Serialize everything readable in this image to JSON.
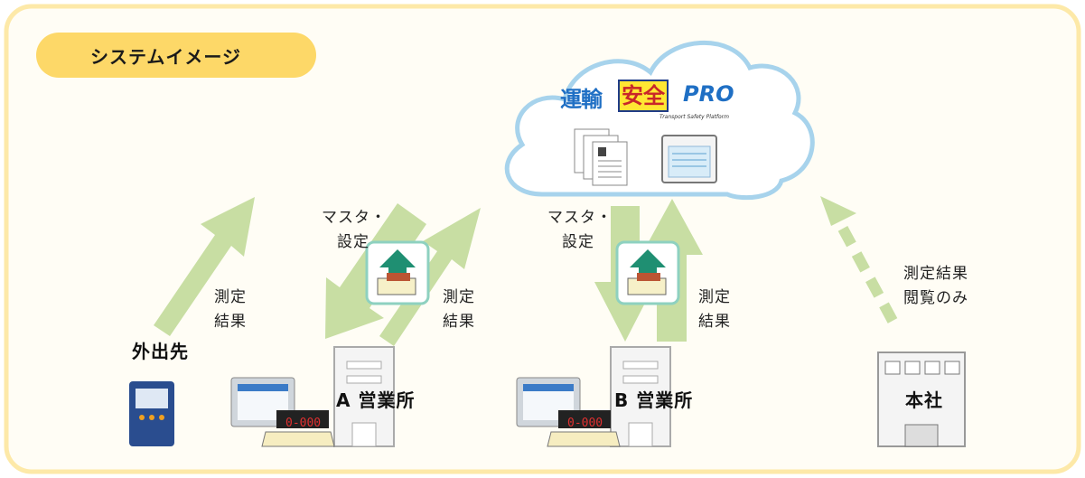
{
  "title": "システムイメージ",
  "logo": {
    "unyu": "運輸",
    "anzen": "安全",
    "pro": "PRO",
    "tagline": "Transport Safety Platform"
  },
  "labels": {
    "master_a_line1": "マスタ・",
    "master_a_line2": "設定",
    "master_b_line1": "マスタ・",
    "master_b_line2": "設定",
    "result_out_line1": "測定",
    "result_out_line2": "結果",
    "result_a_line1": "測定",
    "result_a_line2": "結果",
    "result_b_line1": "測定",
    "result_b_line2": "結果",
    "view_only_line1": "測定結果",
    "view_only_line2": "閲覧のみ"
  },
  "locations": {
    "outside": "外出先",
    "office_a": "A 営業所",
    "office_b": "B 営業所",
    "hq": "本社"
  },
  "device_display": "0-000",
  "colors": {
    "frame_border": "#fde9a8",
    "frame_fill": "#fffbee",
    "title_bg": "#fdd868",
    "arrow_green": "#c6dda0",
    "upload_green": "#2a9a7a",
    "cloud_stroke": "#9fcde8"
  }
}
